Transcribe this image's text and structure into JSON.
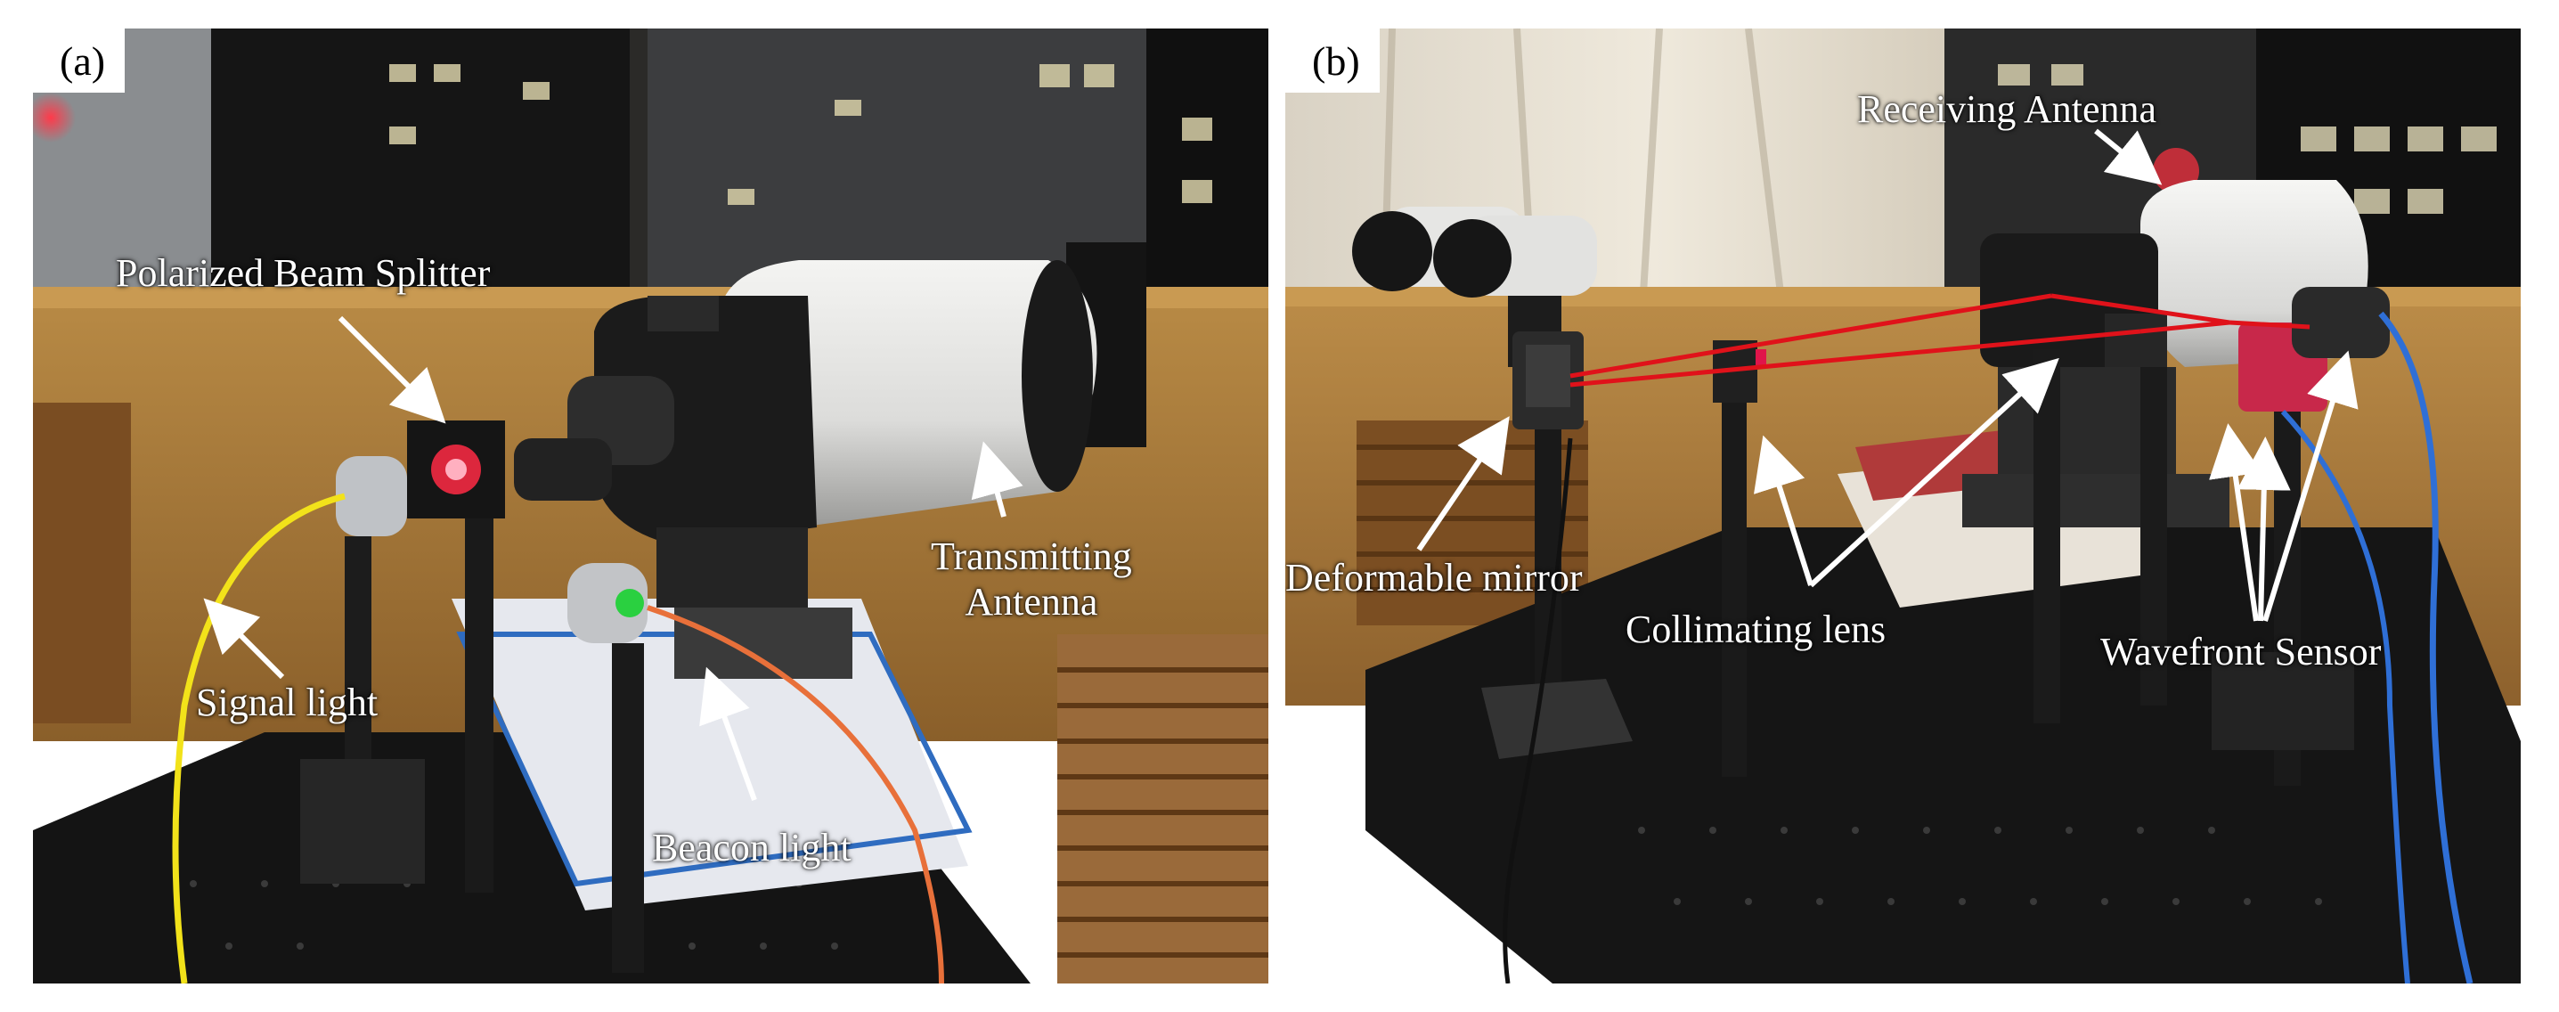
{
  "panel_a": {
    "label": "(a)",
    "callouts": {
      "polarized_beam_splitter": "Polarized Beam Splitter",
      "transmitting_antenna_line1": "Transmitting",
      "transmitting_antenna_line2": "Antenna",
      "signal_light": "Signal light",
      "beacon_light": "Beacon light"
    }
  },
  "panel_b": {
    "label": "(b)",
    "callouts": {
      "receiving_antenna": "Receiving Antenna",
      "deformable_mirror": "Deformable mirror",
      "collimating_lens": "Collimating lens",
      "wavefront_sensor": "Wavefront Sensor"
    }
  },
  "colors": {
    "callout_text": "#ffffff",
    "laser_beam": "#e0121a",
    "signal_fiber": "#f2e21a",
    "beacon_fiber": "#e8703a",
    "sensor_cable": "#2f6fd6"
  }
}
